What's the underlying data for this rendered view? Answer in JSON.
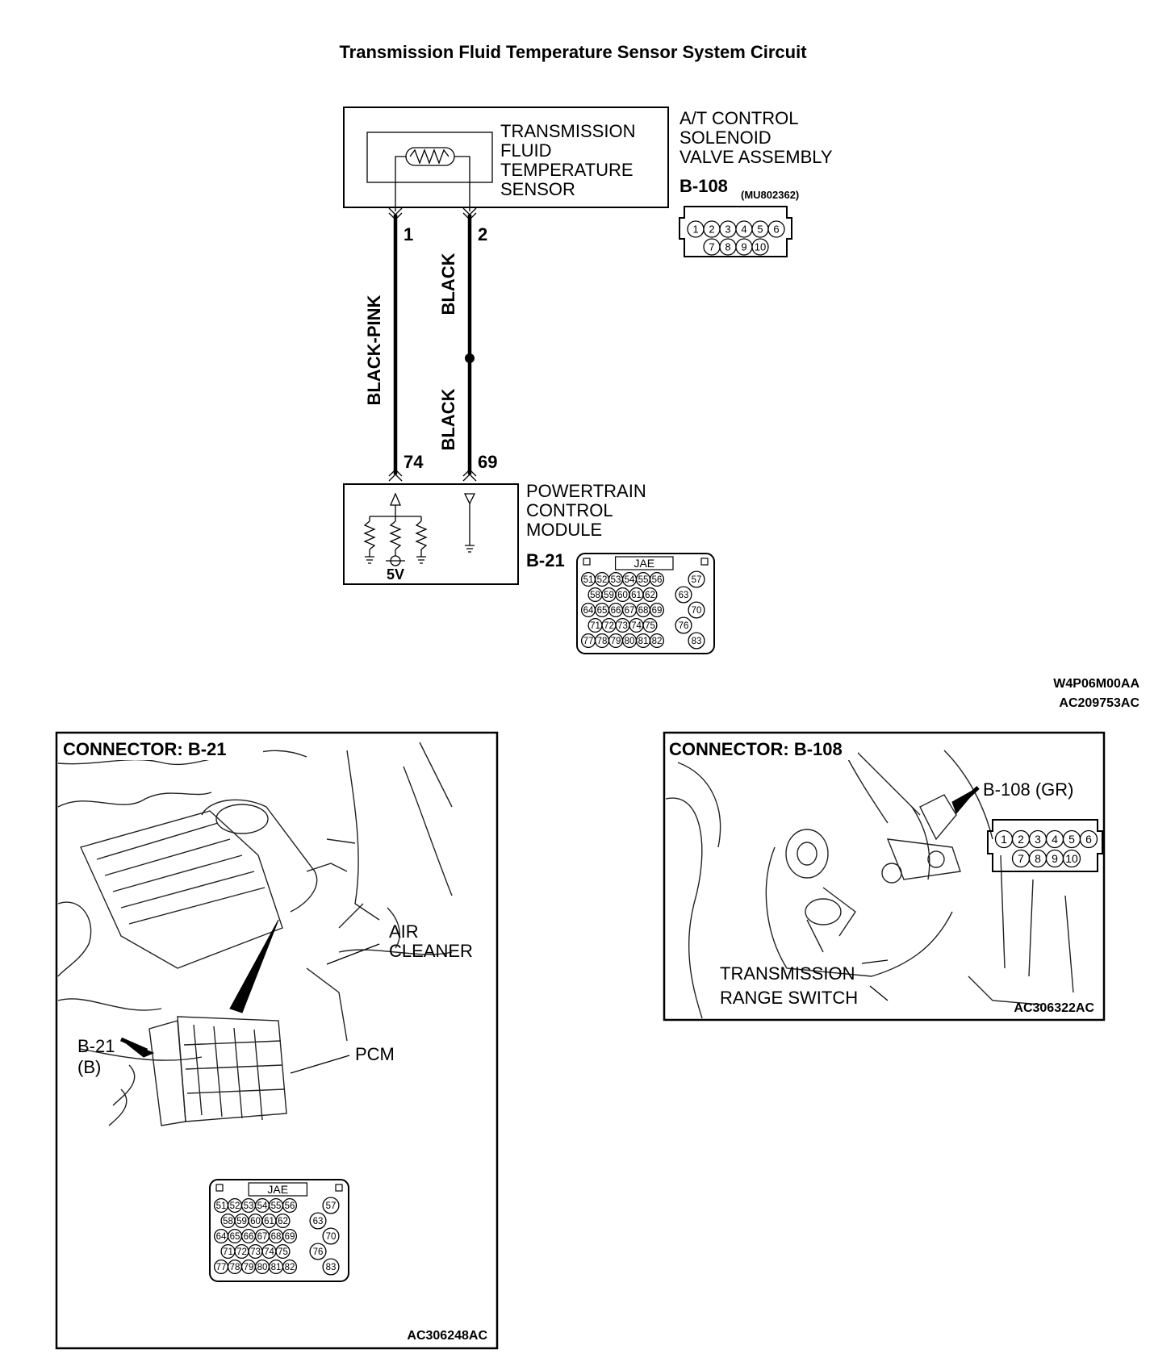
{
  "title": "Transmission Fluid Temperature Sensor System Circuit",
  "sensor": {
    "label_lines": [
      "TRANSMISSION",
      "FLUID",
      "TEMPERATURE",
      "SENSOR"
    ],
    "assembly_lines": [
      "A/T CONTROL",
      "SOLENOID",
      "VALVE ASSEMBLY"
    ],
    "connector_id": "B-108",
    "connector_part": "(MU802362)",
    "connector_pins_row1": [
      "1",
      "2",
      "3",
      "4",
      "5",
      "6"
    ],
    "connector_pins_row2": [
      "7",
      "8",
      "9",
      "10"
    ]
  },
  "wires": [
    {
      "from_pin": "1",
      "to_pin": "74",
      "color_label": "BLACK-PINK"
    },
    {
      "from_pin": "2",
      "to_pin": "69",
      "color_label_upper": "BLACK",
      "color_label_lower": "BLACK"
    }
  ],
  "pcm": {
    "label_lines": [
      "POWERTRAIN",
      "CONTROL",
      "MODULE"
    ],
    "connector_id": "B-21",
    "voltage": "5V",
    "jae": "JAE",
    "rows": [
      [
        "51",
        "52",
        "53",
        "54",
        "55",
        "56"
      ],
      [
        "58",
        "59",
        "60",
        "61",
        "62"
      ],
      [
        "64",
        "65",
        "66",
        "67",
        "68",
        "69"
      ],
      [
        "71",
        "72",
        "73",
        "74",
        "75"
      ],
      [
        "77",
        "78",
        "79",
        "80",
        "81",
        "82"
      ]
    ],
    "right_pins": [
      "57",
      "63",
      "70",
      "76",
      "83"
    ]
  },
  "codes": {
    "top_code1": "W4P06M00AA",
    "top_code2": "AC209753AC"
  },
  "panel_left": {
    "header": "CONNECTOR: B-21",
    "air_cleaner": [
      "AIR",
      "CLEANER"
    ],
    "pcm": "PCM",
    "connector_callout": [
      "B-21",
      "(B)"
    ],
    "code": "AC306248AC"
  },
  "panel_right": {
    "header": "CONNECTOR: B-108",
    "callout": "B-108 (GR)",
    "range_switch": [
      "TRANSMISSION",
      "RANGE SWITCH"
    ],
    "code": "AC306322AC"
  }
}
